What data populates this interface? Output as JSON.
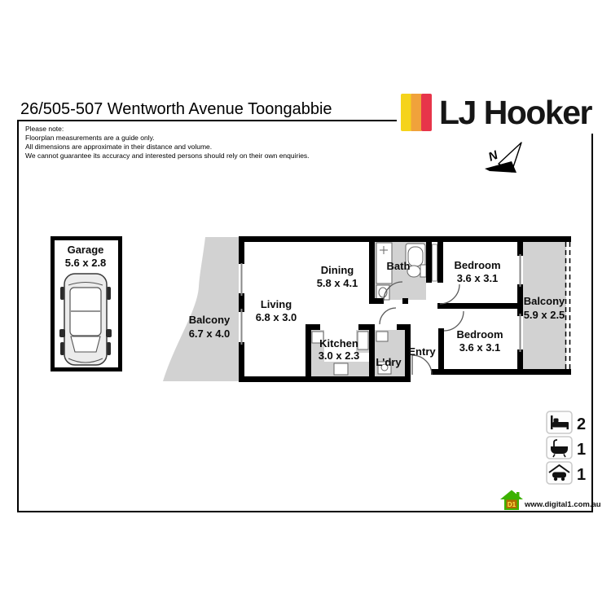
{
  "page": {
    "title": "26/505-507 Wentworth Avenue Toongabbie",
    "note_lines": [
      "Please note:",
      "Floorplan measurements are a guide only.",
      "All dimensions are approximate in their distance and volume.",
      "We cannot guarantee its accuracy and interested persons should rely on their own enquiries."
    ]
  },
  "branding": {
    "agency_name": "LJ Hooker",
    "logo_stripe_colors": [
      "#F5D31B",
      "#F0A23B",
      "#E7354A"
    ],
    "compass_label": "N"
  },
  "floorplan": {
    "colors": {
      "wall": "#000000",
      "floor_shade": "#d2d2d2"
    },
    "rooms": {
      "garage": {
        "name": "Garage",
        "dims": "5.6 x 2.8"
      },
      "balcony_left": {
        "name": "Balcony",
        "dims": "6.7 x 4.0"
      },
      "living": {
        "name": "Living",
        "dims": "6.8 x 3.0"
      },
      "dining": {
        "name": "Dining",
        "dims": "5.8 x 4.1"
      },
      "kitchen": {
        "name": "Kitchen",
        "dims": "3.0 x 2.3"
      },
      "bath": {
        "name": "Bath"
      },
      "laundry": {
        "name": "L'dry"
      },
      "entry": {
        "name": "Entry"
      },
      "bedroom_top": {
        "name": "Bedroom",
        "dims": "3.6 x 3.1"
      },
      "bedroom_bottom": {
        "name": "Bedroom",
        "dims": "3.6 x 3.1"
      },
      "balcony_right": {
        "name": "Balcony",
        "dims": "5.9 x 2.5"
      }
    }
  },
  "summary": {
    "bedrooms": "2",
    "bathrooms": "1",
    "car_spaces": "1"
  },
  "footer": {
    "provider_badge": "D1",
    "provider_url": "www.digital1.com.au"
  }
}
